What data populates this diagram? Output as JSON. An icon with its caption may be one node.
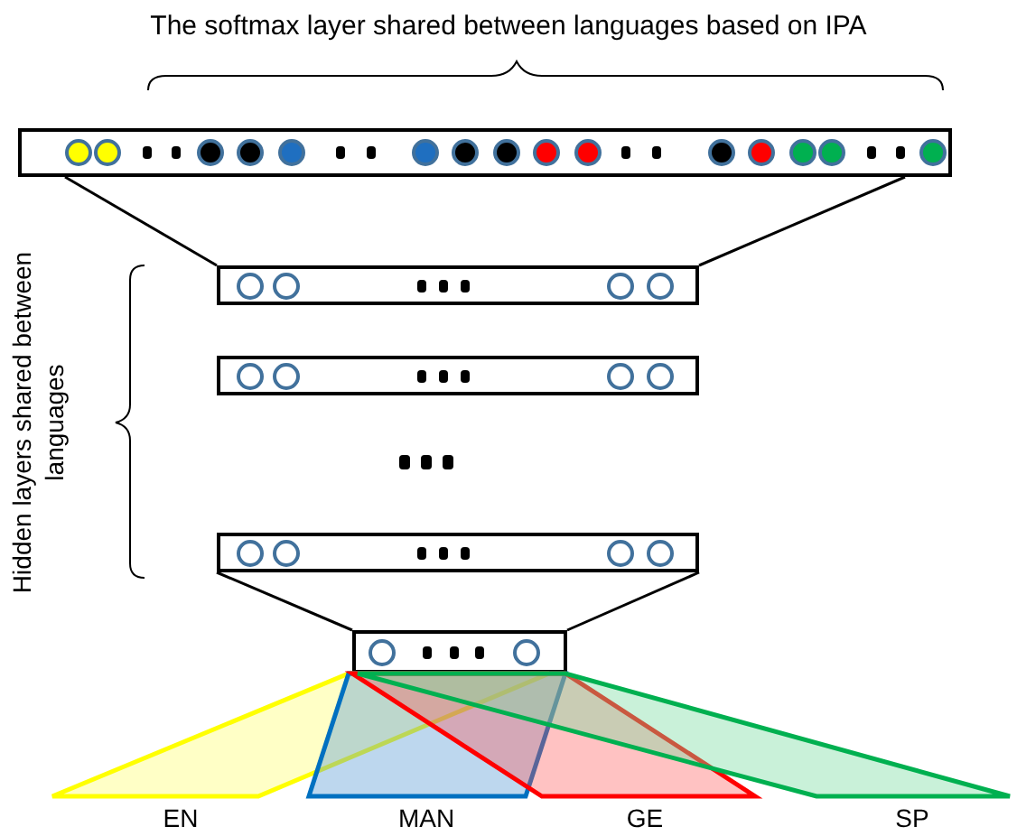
{
  "diagram": {
    "nodes": [
      {
        "text": [],
        "shape": "box"
      },
      {
        "text": [],
        "shape": "box"
      },
      {
        "text": [],
        "shape": "box"
      },
      {
        "text": [],
        "shape": "box"
      },
      {
        "text": [],
        "shape": "box"
      },
      {
        "text": [
          "EN"
        ]
      },
      {
        "text": [
          "MAN"
        ]
      },
      {
        "text": [
          "GE"
        ]
      },
      {
        "text": [
          "SP"
        ]
      }
    ],
    "edges": [
      {
        "from": 0,
        "to": 1,
        "arrow": "none"
      },
      {
        "from": 0,
        "to": 1,
        "arrow": "none"
      },
      {
        "from": 3,
        "to": 4,
        "arrow": "none"
      },
      {
        "from": 3,
        "to": 4,
        "arrow": "none"
      }
    ],
    "labels": [
      "The softmax layer shared between languages based on IPA",
      "Hidden layers shared between languages"
    ]
  }
}
